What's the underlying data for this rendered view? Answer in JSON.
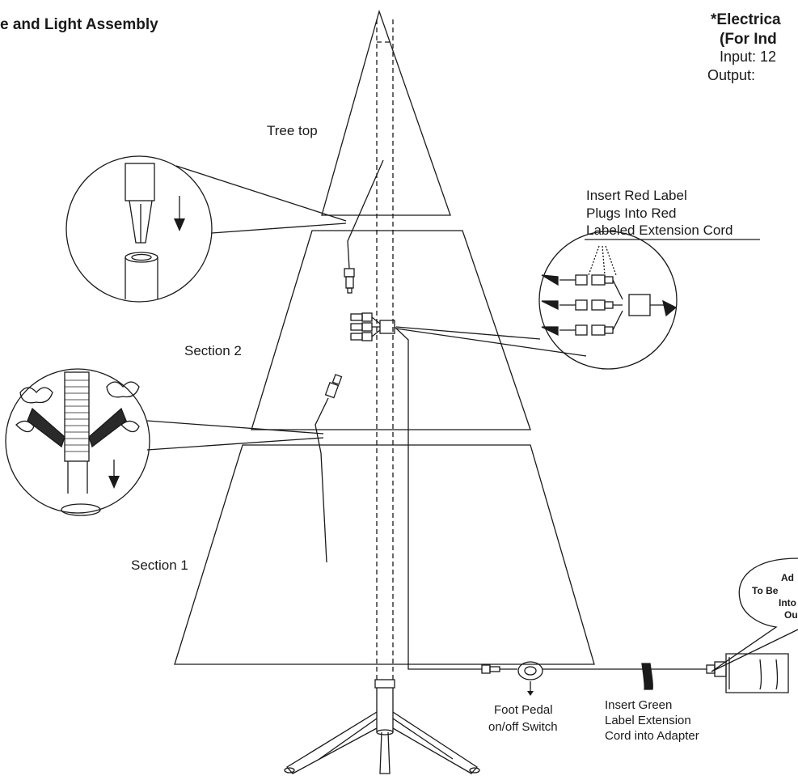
{
  "title": "e and Light Assembly",
  "electrical": {
    "heading": "*Electrica",
    "subheading": "(For Ind",
    "input": "Input: 12",
    "output": "Output:"
  },
  "labels": {
    "tree_top": "Tree top",
    "section_2": "Section 2",
    "section_1": "Section 1",
    "red_label": [
      "Insert Red Label",
      "Plugs Into Red",
      "Labeled Extension Cord"
    ],
    "foot_pedal": [
      "Foot Pedal",
      "on/off Switch"
    ],
    "green_label": [
      "Insert Green",
      "Label Extension",
      "Cord into Adapter"
    ],
    "adapter_bubble": [
      "Ad",
      "To Be",
      "Into",
      "Ou"
    ]
  },
  "colors": {
    "line": "#1a1a1a",
    "background": "#ffffff",
    "foliage_fill": "#2a2a2a"
  }
}
